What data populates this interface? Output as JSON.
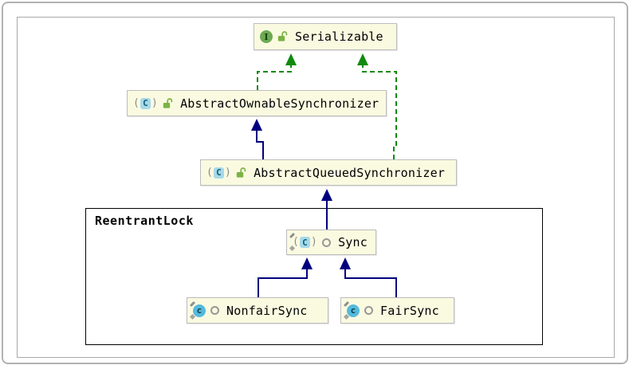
{
  "diagram": {
    "container": {
      "label": "ReentrantLock"
    },
    "nodes": [
      {
        "id": "serializable",
        "label": "Serializable",
        "kind": "interface",
        "icon": "interface-icon",
        "visibility_icon": "open-lock-icon"
      },
      {
        "id": "abstract-ownable-synchronizer",
        "label": "AbstractOwnableSynchronizer",
        "kind": "abstract-class",
        "icon": "abstract-class-icon",
        "visibility_icon": "open-lock-icon"
      },
      {
        "id": "abstract-queued-synchronizer",
        "label": "AbstractQueuedSynchronizer",
        "kind": "abstract-class",
        "icon": "abstract-class-icon",
        "visibility_icon": "open-lock-icon"
      },
      {
        "id": "sync",
        "label": "Sync",
        "kind": "abstract-class-static",
        "icon": "abstract-class-static-icon",
        "visibility_icon": "package-private-icon"
      },
      {
        "id": "nonfair-sync",
        "label": "NonfairSync",
        "kind": "class-static",
        "icon": "class-static-icon",
        "visibility_icon": "package-private-icon"
      },
      {
        "id": "fair-sync",
        "label": "FairSync",
        "kind": "class-static",
        "icon": "class-static-icon",
        "visibility_icon": "package-private-icon"
      }
    ],
    "edges": [
      {
        "from": "AbstractOwnableSynchronizer",
        "to": "Serializable",
        "type": "implements"
      },
      {
        "from": "AbstractQueuedSynchronizer",
        "to": "Serializable",
        "type": "implements"
      },
      {
        "from": "AbstractQueuedSynchronizer",
        "to": "AbstractOwnableSynchronizer",
        "type": "extends"
      },
      {
        "from": "Sync",
        "to": "AbstractQueuedSynchronizer",
        "type": "extends"
      },
      {
        "from": "NonfairSync",
        "to": "Sync",
        "type": "extends"
      },
      {
        "from": "FairSync",
        "to": "Sync",
        "type": "extends"
      }
    ]
  },
  "colors": {
    "extends_arrow": "#00007f",
    "implements_arrow": "#0f8a0f",
    "node_fill": "#fafae1",
    "node_border": "#bcbcbc",
    "container_border": "#000000",
    "interface_icon_green": "#6ca953",
    "class_icon_blue": "#55badb",
    "abstract_icon_blue": "#a6d9e9",
    "lock_icon_green": "#7db245"
  }
}
